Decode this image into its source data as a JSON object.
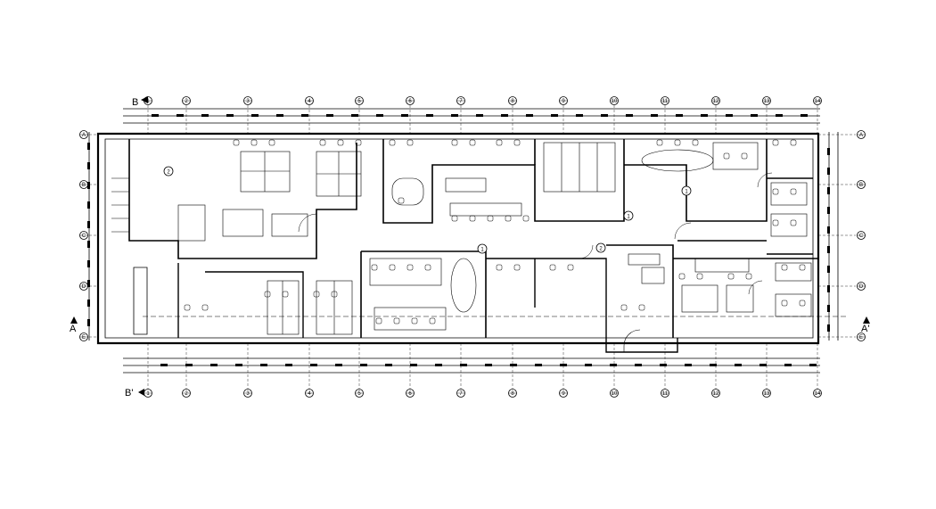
{
  "drawing": {
    "grid_top": [
      "1",
      "2",
      "3",
      "4",
      "5",
      "6",
      "7",
      "8",
      "9",
      "10",
      "11",
      "12",
      "13",
      "14"
    ],
    "grid_bottom": [
      "1",
      "2",
      "3",
      "4",
      "5",
      "6",
      "7",
      "8",
      "9",
      "10",
      "11",
      "12",
      "13",
      "14"
    ],
    "grid_left": [
      "A",
      "B",
      "C",
      "D",
      "E"
    ],
    "grid_right": [
      "A",
      "B",
      "C",
      "D",
      "E"
    ],
    "section_marks": {
      "top_left": "B",
      "bottom_left": "B'",
      "left": "A",
      "right": "A'"
    },
    "room_tags": [
      "2",
      "1",
      "2",
      "1",
      "1"
    ]
  },
  "colors": {
    "ink": "#000000",
    "paper": "#ffffff"
  }
}
